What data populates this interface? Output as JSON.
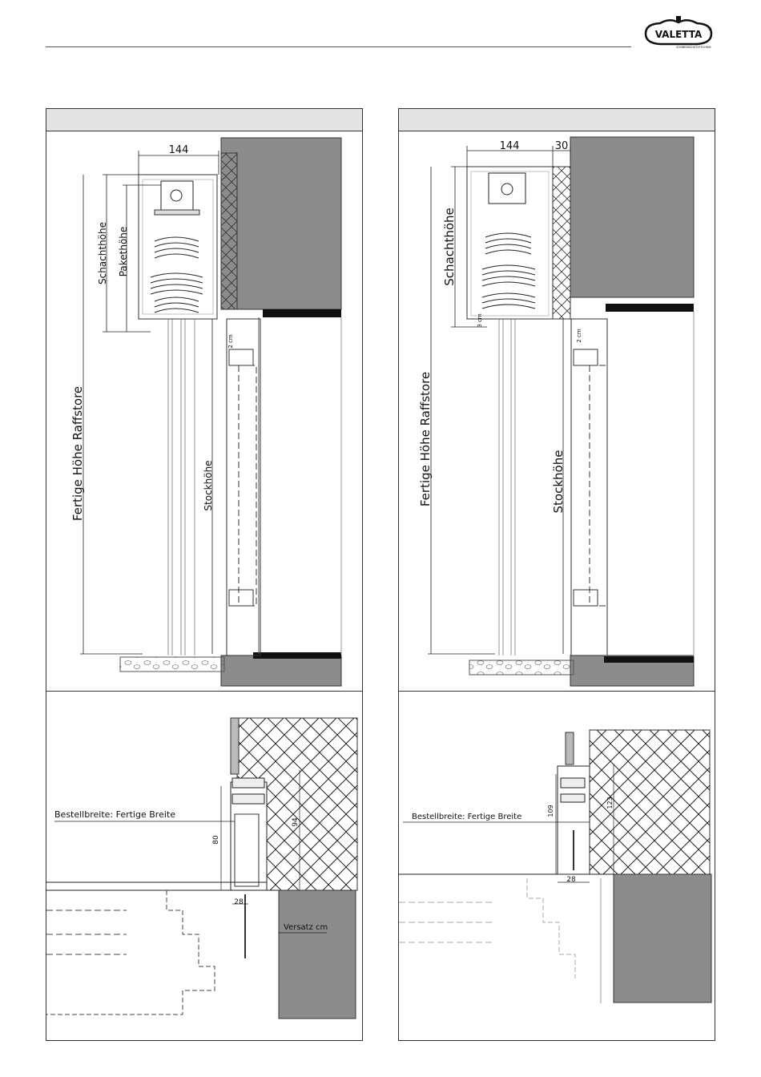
{
  "brand": {
    "name": "VALETTA",
    "reg": "®",
    "tagline": "SONNENSCHUTZTECHNIK"
  },
  "left": {
    "dim_width": "144",
    "schachthoehe": "Schachthöhe",
    "pakethoehe": "Pakethöhe",
    "fertige_hoehe": "Fertige Höhe Raffstore",
    "stockhoehe": "Stockhöhe",
    "gap": "2 cm",
    "detail": {
      "bestellbreite": "Bestellbreite: Fertige Breite",
      "d80": "80",
      "d94": "94",
      "d28": "28",
      "versatz": "Versatz cm"
    }
  },
  "right": {
    "dim_width": "144",
    "dim_30": "30",
    "schachthoehe": "Schachthöhe",
    "fertige_hoehe": "Fertige Höhe Raffstore",
    "stockhoehe": "Stockhöhe",
    "gap": "2 cm",
    "gap3": "3 cm",
    "detail": {
      "bestellbreite": "Bestellbreite: Fertige Breite",
      "d109": "109",
      "d123": "123",
      "d28": "28"
    }
  }
}
